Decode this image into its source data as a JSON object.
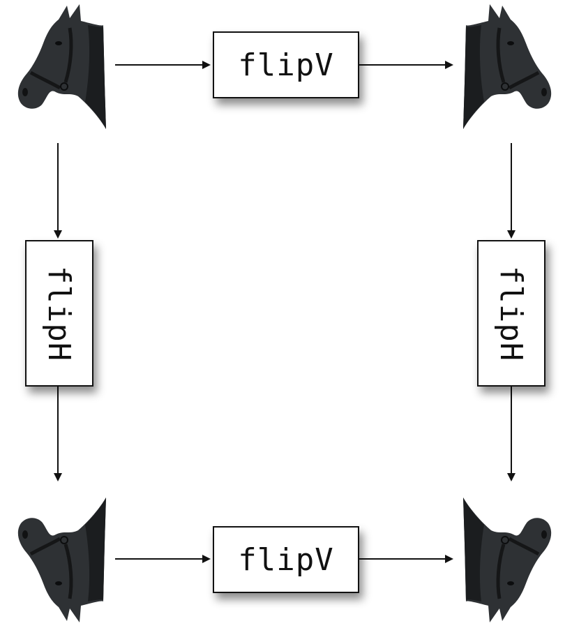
{
  "diagram": {
    "operations": {
      "top": "flipV",
      "bottom": "flipV",
      "left": "flipH",
      "right": "flipH"
    },
    "images": [
      {
        "name": "horse-original",
        "orientation": "original"
      },
      {
        "name": "horse-mirrored",
        "orientation": "mirrored-horizontally"
      },
      {
        "name": "horse-upside-down",
        "orientation": "mirrored-vertically"
      },
      {
        "name": "horse-rotated",
        "orientation": "rotated-180"
      }
    ],
    "colors": {
      "horse_body": "#2e3134",
      "horse_shade": "#1b1d1f",
      "arrow": "#111111",
      "box_border": "#111111"
    }
  }
}
